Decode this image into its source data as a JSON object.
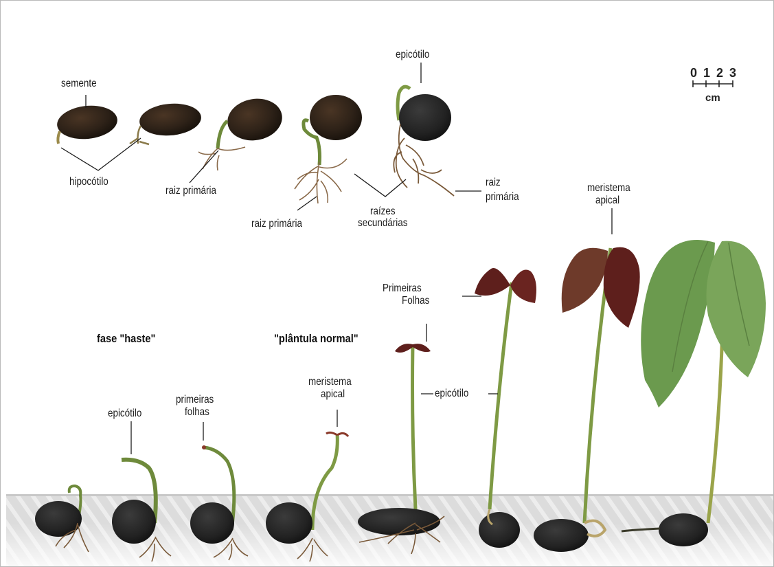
{
  "labels": {
    "semente": "semente",
    "hipocotilo": "hipocótilo",
    "raiz_primaria_1": "raiz primária",
    "raiz_primaria_2": "raiz primária",
    "epicotilo_top": "epicótilo",
    "raizes_secundarias_1": "raízes",
    "raizes_secundarias_2": "secundárias",
    "raiz_primaria_right_1": "raiz",
    "raiz_primaria_right_2": "primária",
    "meristema_apical_top_1": "meristema",
    "meristema_apical_top_2": "apical",
    "primeiras_folhas_cap_1": "Primeiras",
    "primeiras_folhas_cap_2": "Folhas",
    "epicotilo_mid": "epicótilo",
    "fase_haste": "fase \"haste\"",
    "plantula_normal": "\"plântula normal\"",
    "epicotilo_bottom": "epicótilo",
    "primeiras_folhas_low_1": "primeiras",
    "primeiras_folhas_low_2": "folhas",
    "meristema_apical_low_1": "meristema",
    "meristema_apical_low_2": "apical"
  },
  "scale": {
    "numbers": "0 1 2 3",
    "unit": "cm"
  },
  "colors": {
    "seed": "#2e2218",
    "seed_dark": "#1a1410",
    "stem": "#6e8a3b",
    "root": "#8a6a4a",
    "leaf_red": "#5e1f1c",
    "leaf_green": "#6b9a4e",
    "soil": "#d9d9d9"
  }
}
